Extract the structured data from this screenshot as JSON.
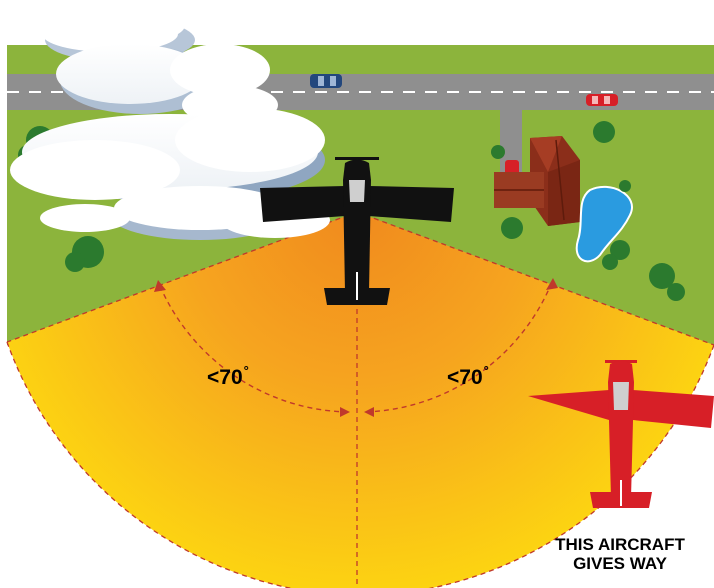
{
  "angles": {
    "left_value": "<70",
    "right_value": "<70",
    "degree_symbol": "°"
  },
  "caption": {
    "line1": "THIS AIRCRAFT",
    "line2": "GIVES WAY"
  },
  "colors": {
    "grass": "#8cb43c",
    "road": "#8f8f8f",
    "sector_inner": "#f08a1e",
    "sector_outer": "#fcd312",
    "own_aircraft": "#111111",
    "other_aircraft": "#d71f27",
    "house_roof": "#8b2e1a",
    "pond": "#2a9be0",
    "trees": "#2b7a2e",
    "blue_car": "#23477d",
    "red_car": "#d71f27"
  },
  "icons": {
    "own_aircraft": "black-airplane-icon",
    "other_aircraft": "red-airplane-icon",
    "car_blue": "blue-car-icon",
    "car_red": "red-car-icon",
    "house": "house-icon",
    "pond": "pond-icon",
    "cloud": "cloud-icon",
    "tree": "tree-icon"
  }
}
